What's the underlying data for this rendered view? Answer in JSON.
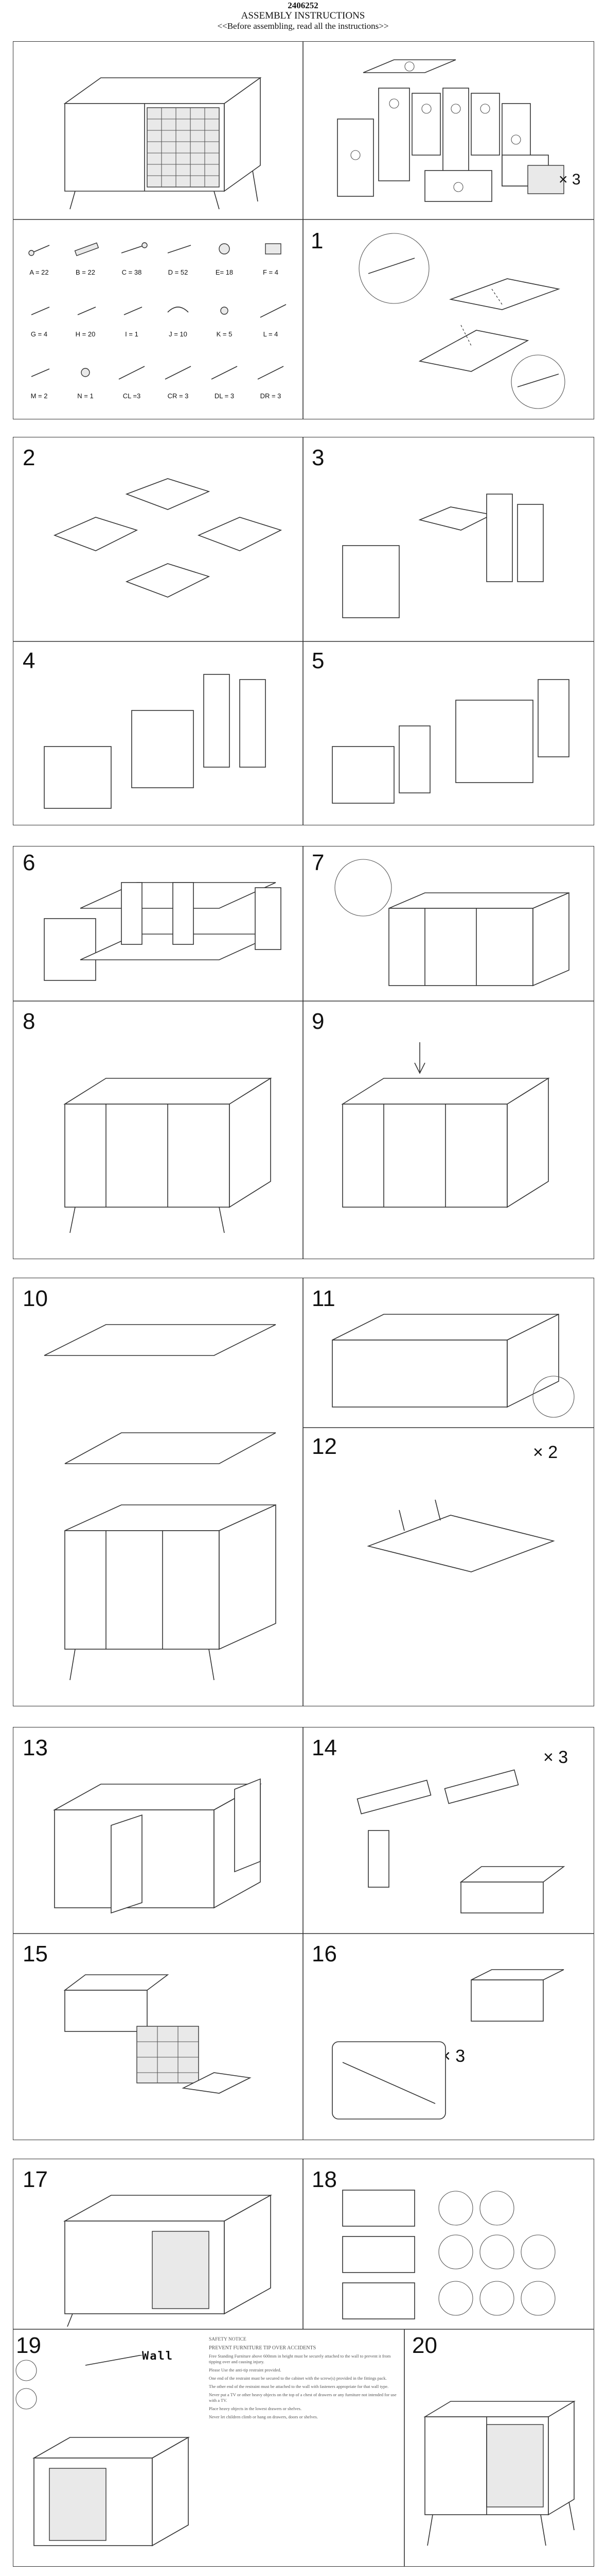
{
  "header": {
    "code": "2406252",
    "title": "ASSEMBLY INSTRUCTIONS",
    "subtitle": "<<Before assembling, read all the instructions>>"
  },
  "hardware": [
    {
      "label": "A = 22"
    },
    {
      "label": "B = 22"
    },
    {
      "label": "C = 38"
    },
    {
      "label": "D = 52"
    },
    {
      "label": "E= 18"
    },
    {
      "label": "F = 4"
    },
    {
      "label": "G = 4"
    },
    {
      "label": "H = 20"
    },
    {
      "label": "I = 1"
    },
    {
      "label": "J = 10"
    },
    {
      "label": "K = 5"
    },
    {
      "label": "L = 4"
    },
    {
      "label": "M = 2"
    },
    {
      "label": "N = 1"
    },
    {
      "label": "CL =3"
    },
    {
      "label": "CR = 3"
    },
    {
      "label": "DL = 3"
    },
    {
      "label": "DR = 3"
    }
  ],
  "parts_multiplier": "× 3",
  "steps": {
    "s1": "1",
    "s2": "2",
    "s3": "3",
    "s4": "4",
    "s5": "5",
    "s6": "6",
    "s7": "7",
    "s8": "8",
    "s9": "9",
    "s10": "10",
    "s11": "11",
    "s12": "12",
    "s13": "13",
    "s14": "14",
    "s15": "15",
    "s16": "16",
    "s17": "17",
    "s18": "18",
    "s19": "19",
    "s20": "20"
  },
  "multipliers": {
    "step12": "× 2",
    "step14": "× 3",
    "step16": "× 3"
  },
  "step19": {
    "wall_label": "Wall",
    "safety_title": "SAFETY NOTICE",
    "safety_heading": "PREVENT FURNITURE TIP OVER ACCIDENTS",
    "safety_lines": [
      "Free Standing Furniture above 600mm in height must be securely attached to the wall to prevent it from tipping over and causing injury.",
      "Please Use the anti-tip restraint provided.",
      "One end of the restraint must be secured to the cabinet with the screw(s) provided in the fittings pack.",
      "The other end of the restraint must be attached to the wall with fasteners appropriate for that wall type.",
      "Never put a TV or other heavy objects on the top of a chest of drawers or any furniture not intended for use with a TV.",
      "Place heavy objects in the lowest drawers or shelves.",
      "Never let children climb or hang on drawers, doors or shelves."
    ]
  }
}
